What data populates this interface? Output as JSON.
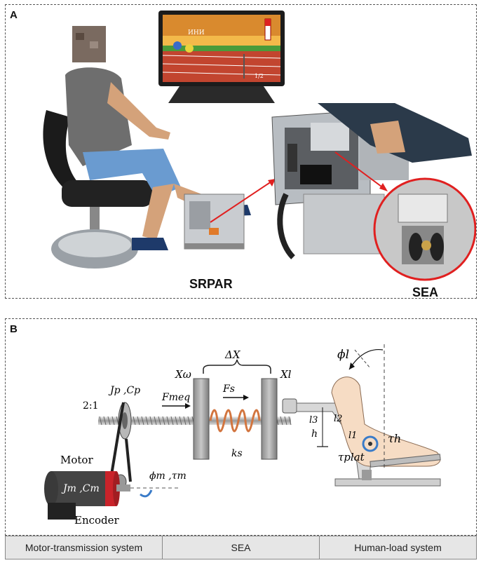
{
  "panelA": {
    "label": "A",
    "srpar_label": "SRPAR",
    "sea_label": "SEA",
    "monitor_text": {
      "ribbon": "ИНИ",
      "score": "1/2"
    }
  },
  "panelB": {
    "label": "B",
    "labels": {
      "delta_x": "ΔX",
      "x_omega": "Xω",
      "x_l": "Xl",
      "phi_l": "ϕl",
      "jp_cp": "Jp ,Cp",
      "ratio": "2:1",
      "f_meq": "Fmeq",
      "f_s": "Fs",
      "k_s": "ks",
      "l3": "l3",
      "l2": "l2",
      "l1": "l1",
      "h": "h",
      "tau_h": "τh",
      "tau_plat": "τplat",
      "motor": "Motor",
      "jm_cm": "Jm ,Cm",
      "phi_tau_m": "ϕm ,τm",
      "encoder": "Encoder"
    },
    "footer": [
      "Motor-transmission system",
      "SEA",
      "Human-load system"
    ]
  }
}
